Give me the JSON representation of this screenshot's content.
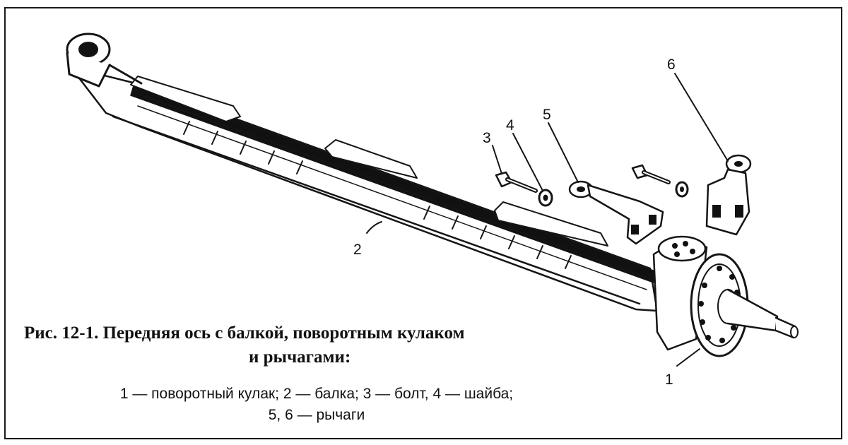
{
  "figure": {
    "caption_title_line1": "Рис. 12-1. Передняя ось с балкой, поворотным кулаком",
    "caption_title_line2": "и рычагами:",
    "caption_legend_line1": "1 — поворотный кулак; 2 — балка; 3 — болт, 4 — шайба;",
    "caption_legend_line2": "5, 6 — рычаги"
  },
  "callouts": {
    "knuckle": "1",
    "beam": "2",
    "bolt": "3",
    "washer": "4",
    "lever_left": "5",
    "lever_right": "6"
  }
}
